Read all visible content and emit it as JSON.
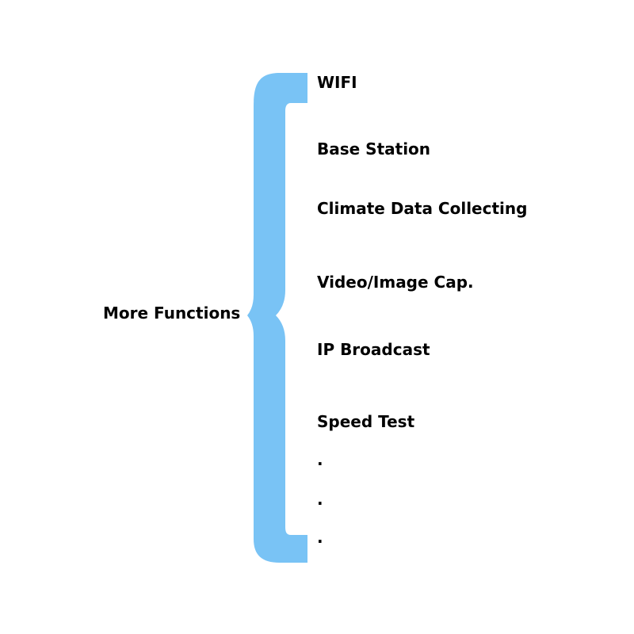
{
  "root": {
    "label": "More Functions"
  },
  "brace_color": "#79C3F5",
  "items": [
    {
      "label": "WIFI"
    },
    {
      "label": "Base Station"
    },
    {
      "label": "Climate Data Collecting"
    },
    {
      "label": "Video/Image Cap."
    },
    {
      "label": "IP Broadcast"
    },
    {
      "label": "Speed Test"
    }
  ],
  "ellipsis": [
    ".",
    ".",
    "."
  ]
}
